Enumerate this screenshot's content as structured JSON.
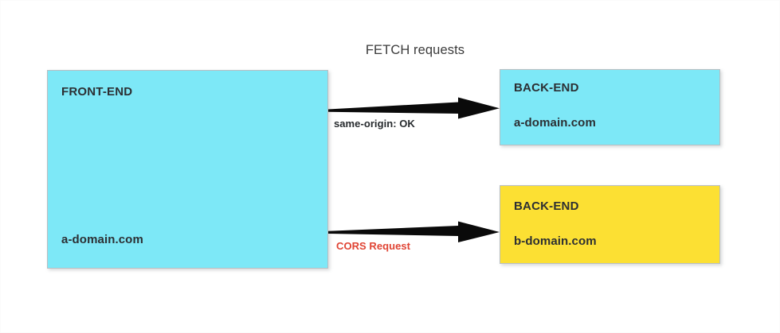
{
  "diagram": {
    "title": "FETCH requests",
    "background_color": "#ffffff",
    "nodes": [
      {
        "id": "frontend",
        "title": "FRONT-END",
        "subtitle": "a-domain.com",
        "fill_color": "#7DE8F7",
        "border_color": "#b9bec2"
      },
      {
        "id": "backend-same-origin",
        "title": "BACK-END",
        "subtitle": "a-domain.com",
        "fill_color": "#7DE8F7",
        "border_color": "#b9bec2"
      },
      {
        "id": "backend-cross-origin",
        "title": "BACK-END",
        "subtitle": "b-domain.com",
        "fill_color": "#FCE033",
        "border_color": "#b9bec2"
      }
    ],
    "edges": [
      {
        "id": "same-origin-edge",
        "label": "same-origin: OK",
        "label_color": "#262a2d",
        "from": "frontend",
        "to": "backend-same-origin",
        "stroke_color": "#000000"
      },
      {
        "id": "cors-edge",
        "label": "CORS Request",
        "label_color": "#e04434",
        "from": "frontend",
        "to": "backend-cross-origin",
        "stroke_color": "#000000"
      }
    ]
  }
}
